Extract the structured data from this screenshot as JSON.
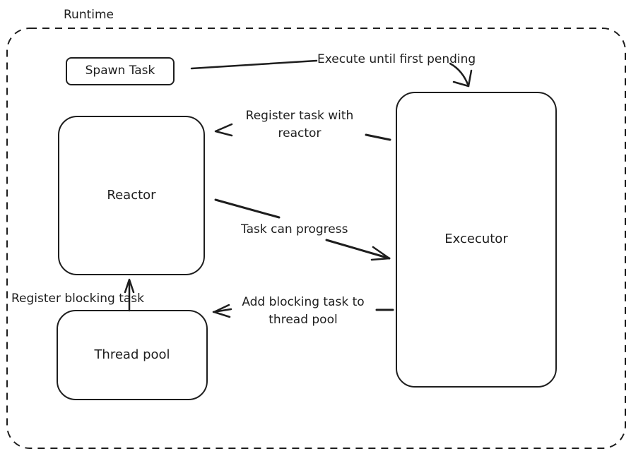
{
  "diagram": {
    "runtime_label": "Runtime",
    "nodes": {
      "spawn_task": "Spawn Task",
      "reactor": "Reactor",
      "executor": "Excecutor",
      "thread_pool": "Thread pool"
    },
    "edges": {
      "execute_until_first_pending": "Execute until first pending",
      "register_task_line1": "Register task with",
      "register_task_line2": "reactor",
      "task_can_progress": "Task can progress",
      "add_blocking_line1": "Add blocking task to",
      "add_blocking_line2": "thread pool",
      "register_blocking_task": "Register blocking task"
    }
  }
}
